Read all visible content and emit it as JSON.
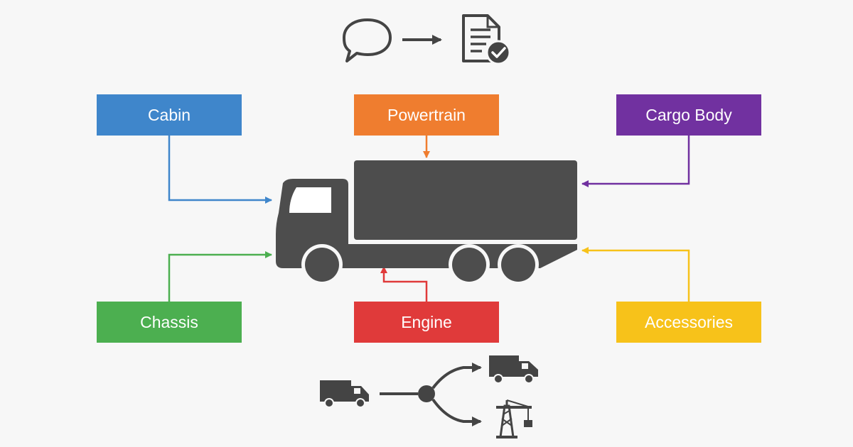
{
  "components": {
    "cabin": {
      "label": "Cabin",
      "color": "#3f86cb"
    },
    "powertrain": {
      "label": "Powertrain",
      "color": "#ef7d2f"
    },
    "cargo_body": {
      "label": "Cargo Body",
      "color": "#7131a0"
    },
    "chassis": {
      "label": "Chassis",
      "color": "#4caf50"
    },
    "engine": {
      "label": "Engine",
      "color": "#e03a3a"
    },
    "accessories": {
      "label": "Accessories",
      "color": "#f7c21a"
    }
  },
  "colors": {
    "truck": "#4d4d4d",
    "icons": "#444444",
    "background": "#f7f7f7"
  },
  "icons": {
    "top": [
      "speech-bubble-icon",
      "arrow-right-icon",
      "document-check-icon"
    ],
    "bottom": [
      "delivery-truck-icon",
      "branch-node-icon",
      "delivery-truck-icon",
      "crane-icon"
    ]
  }
}
